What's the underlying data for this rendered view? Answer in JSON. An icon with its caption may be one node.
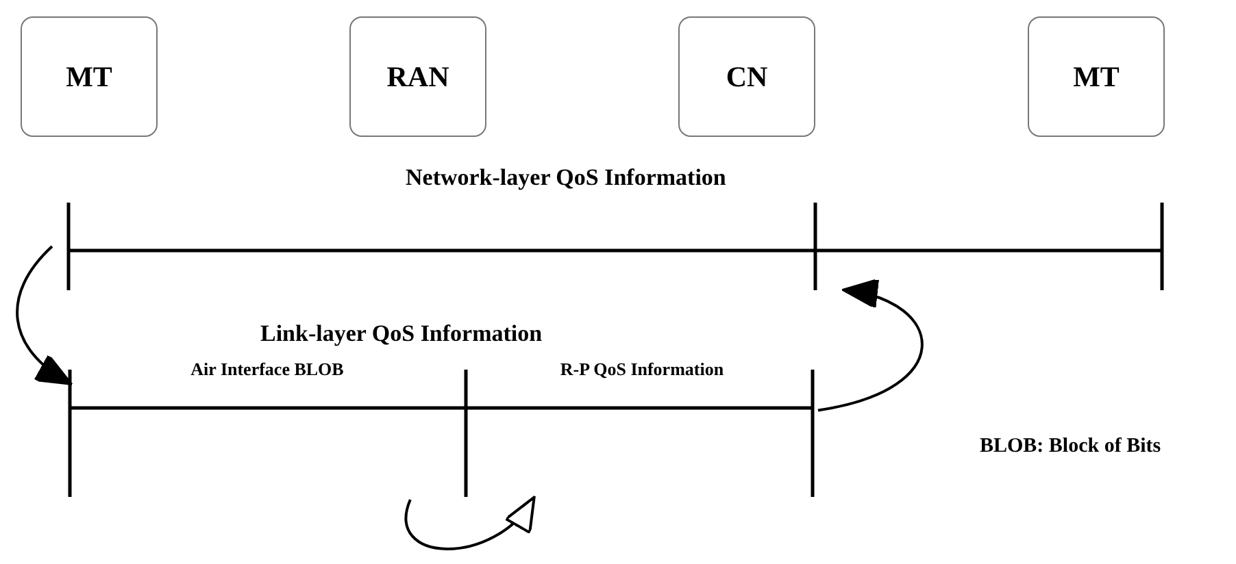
{
  "diagram": {
    "nodes": [
      {
        "text": [
          "MT"
        ]
      },
      {
        "text": [
          "RAN"
        ]
      },
      {
        "text": [
          "CN"
        ]
      },
      {
        "text": [
          "MT"
        ]
      },
      {
        "text": [
          "Network-layer QoS Information"
        ]
      },
      {
        "text": [
          "Link-layer QoS Information"
        ]
      },
      {
        "text": [
          "Air Interface BLOB"
        ],
        "in": 5
      },
      {
        "text": [
          "R-P QoS Information"
        ],
        "in": 5
      }
    ],
    "edges": [
      {
        "from": 4,
        "to": 6,
        "arrow": "to"
      },
      {
        "from": 7,
        "to": 4,
        "arrow": "to"
      },
      {
        "from": 6,
        "to": 7,
        "arrow": "to"
      }
    ],
    "labels": [
      "BLOB: Block of Bits"
    ]
  }
}
